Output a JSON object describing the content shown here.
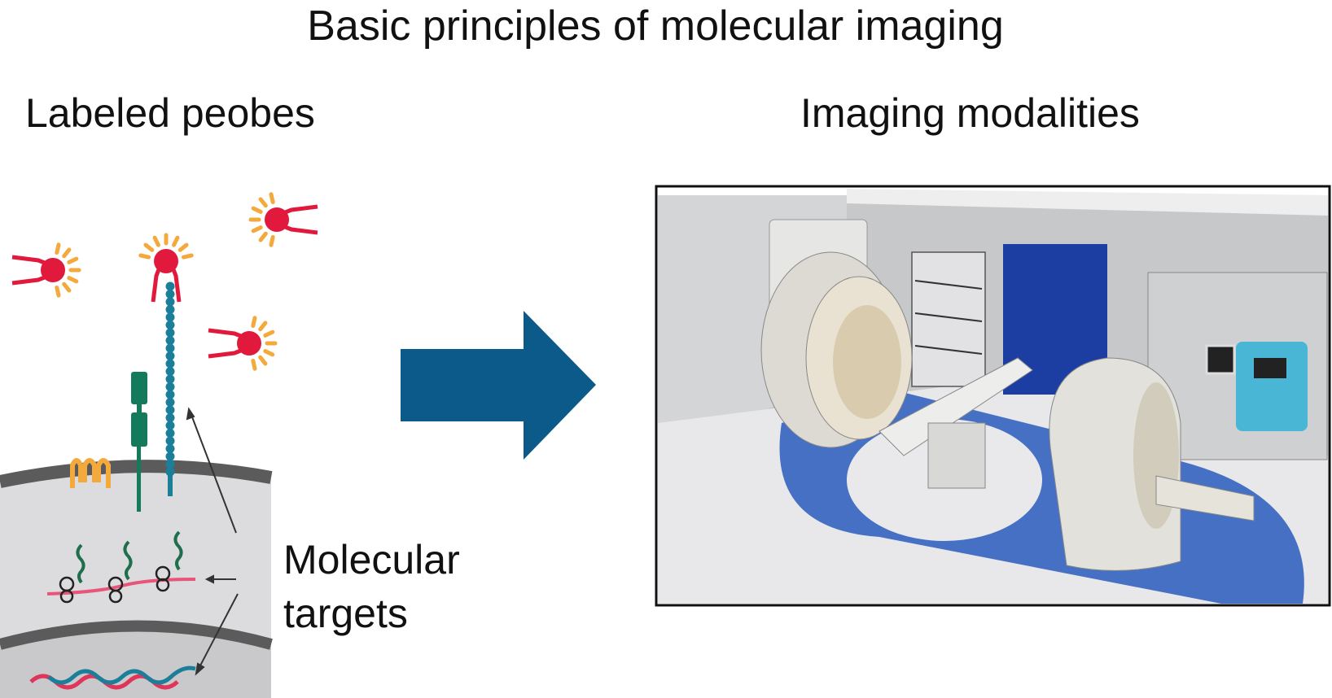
{
  "title": "Basic principles of molecular imaging",
  "left_heading": "Labeled peobes",
  "right_heading": "Imaging modalities",
  "targets_label": [
    "Molecular",
    "targets"
  ],
  "colors": {
    "arrow": "#0b5a8a",
    "probe": "#e0193d",
    "probe_glow": "#f3a93c",
    "receptor": "#147a5c",
    "bead_chain": "#1b7f9a",
    "cell": "#d9d9db",
    "membrane": "#5b5b5b",
    "floor": "#3f6fc4",
    "door": "#1c3ea3"
  }
}
